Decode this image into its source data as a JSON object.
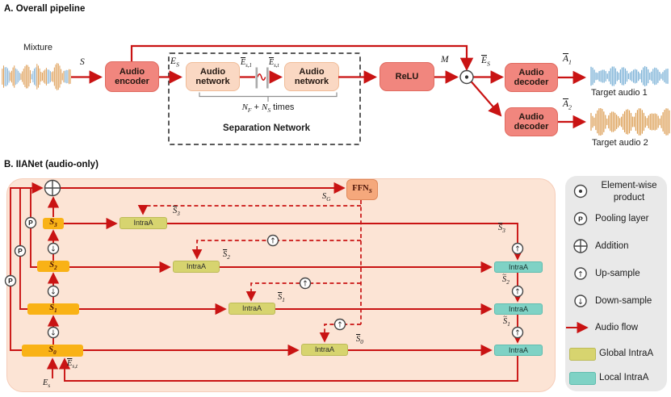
{
  "pipeline": {
    "title": "A. Overall pipeline",
    "mixture_label": "Mixture",
    "s": {
      "b": "S"
    },
    "encoder_label": "Audio encoder",
    "e_s": {
      "b": "E",
      "s": "S"
    },
    "network_label": "Audio network",
    "e_s1": {
      "b": "E",
      "bar": true,
      "s": "s,1"
    },
    "e_st": {
      "b": "E",
      "bar": true,
      "s": "s,t"
    },
    "n_f": {
      "b": "N",
      "s": "F"
    },
    "plus": " + ",
    "n_s": {
      "b": "N",
      "s": "S"
    },
    "times_word": " times",
    "sep_label": "Separation Network",
    "relu_label": "ReLU",
    "m": {
      "b": "M"
    },
    "e_bar_s": {
      "b": "E",
      "bar": true,
      "s": "S"
    },
    "decoder_label": "Audio decoder",
    "a1": {
      "b": "A",
      "bar": true,
      "s": "1"
    },
    "a2": {
      "b": "A",
      "bar": true,
      "s": "2"
    },
    "target1": "Target audio 1",
    "target2": "Target audio 2"
  },
  "iianet": {
    "title": "B. IIANet (audio-only)",
    "ffn": {
      "b": "FFN",
      "s": "S",
      "rm": true
    },
    "s_g": {
      "b": "S",
      "s": "G"
    },
    "s3": {
      "b": "S",
      "s": "3"
    },
    "s2": {
      "b": "S",
      "s": "2"
    },
    "s1": {
      "b": "S",
      "s": "1"
    },
    "s0": {
      "b": "S",
      "s": "0"
    },
    "sbar3": {
      "b": "S",
      "bar": true,
      "s": "3"
    },
    "sbar2": {
      "b": "S",
      "bar": true,
      "s": "2"
    },
    "sbar1": {
      "b": "S",
      "bar": true,
      "s": "1"
    },
    "sbar0": {
      "b": "S",
      "bar": true,
      "s": "0"
    },
    "sbar3r": {
      "b": "S",
      "bar": true,
      "s": "3"
    },
    "stilde2": {
      "b": "S",
      "tld": true,
      "s": "2"
    },
    "stilde1": {
      "b": "S",
      "tld": true,
      "s": "1"
    },
    "e_s_in": {
      "b": "E",
      "s": "s"
    },
    "e_bar_st": {
      "b": "E",
      "bar": true,
      "s": "s,t"
    },
    "intraa": "IntraA"
  },
  "legend": {
    "items": [
      {
        "icon": "elementwise-product-icon",
        "label": "Element-wise product"
      },
      {
        "icon": "pooling-layer-icon",
        "label": "Pooling layer"
      },
      {
        "icon": "addition-icon",
        "label": "Addition"
      },
      {
        "icon": "up-sample-icon",
        "label": "Up-sample"
      },
      {
        "icon": "down-sample-icon",
        "label": "Down-sample"
      },
      {
        "icon": "audio-flow-arrow-icon",
        "label": "Audio flow"
      },
      {
        "icon": "global-intraa-swatch",
        "label": "Global IntraA"
      },
      {
        "icon": "local-intraa-swatch",
        "label": "Local IntraA"
      }
    ]
  },
  "waves": {
    "mixture": {
      "n": 52,
      "k1": 21,
      "k2": 9,
      "ph": 0.4,
      "scale": 0.92,
      "main": "#dfa05a",
      "accent": "#8ab6d9",
      "accents": [
        [
          0.04,
          0.12
        ],
        [
          0.2,
          0.26
        ],
        [
          0.42,
          0.5
        ],
        [
          0.66,
          0.72
        ],
        [
          0.9,
          0.96
        ]
      ]
    },
    "target1": {
      "n": 48,
      "k1": 23,
      "k2": 8,
      "ph": 1.2,
      "scale": 0.78,
      "main": "#79b0d6",
      "accent": null,
      "accents": null
    },
    "target2": {
      "n": 50,
      "k1": 19,
      "k2": 7,
      "ph": 2.3,
      "scale": 1.0,
      "main": "#dc9e54",
      "accent": null,
      "accents": null
    }
  },
  "colors": {
    "red": "#c91313",
    "salmon": "#f1867e",
    "salmon_b": "#e06a5f",
    "peach": "#fad8c3",
    "peach_b": "#f0bc98",
    "ffn": "#f5a87c",
    "ffn_b": "#e08a5c",
    "amber": "#f9b216",
    "olive": "#d7d46f",
    "olive_b": "#bdbb58",
    "teal": "#7fd2c5",
    "teal_b": "#5fbdaf",
    "panel": "#fce4d5",
    "panel_b": "#f6cdb9",
    "legendbg": "#e9e9e9",
    "dash": "#5a5a5a",
    "circle": "#454545",
    "barg": "#ababab",
    "brace": "#8f8f8f"
  }
}
